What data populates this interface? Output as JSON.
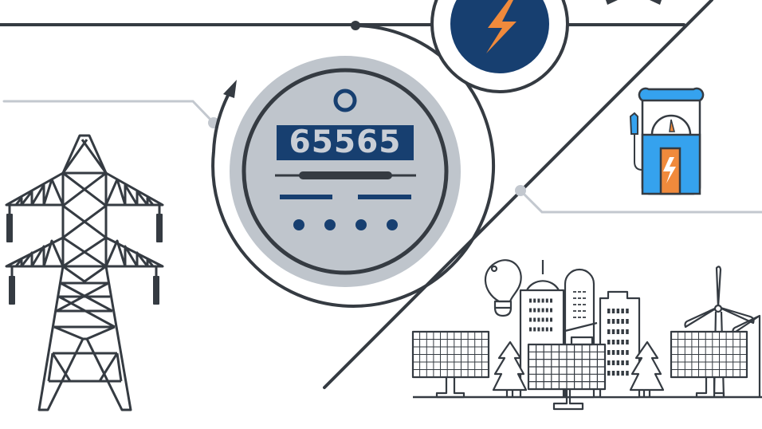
{
  "illustration": {
    "theme": "smart electricity metering and grid",
    "meter": {
      "reading": "65565",
      "indicator_dots": 4
    },
    "elements": [
      "transmission-tower",
      "electric-meter",
      "lightning-badge",
      "ev-charging-station",
      "light-bulb",
      "city-skyline",
      "solar-panels",
      "wind-turbines",
      "trees"
    ]
  },
  "colors": {
    "line_dark": "#353b42",
    "line_light": "#c3c8cf",
    "meter_face": "#bfc5cc",
    "navy": "#173f70",
    "orange": "#f08a3c",
    "blue": "#35a2ee",
    "background": "#ffffff"
  }
}
